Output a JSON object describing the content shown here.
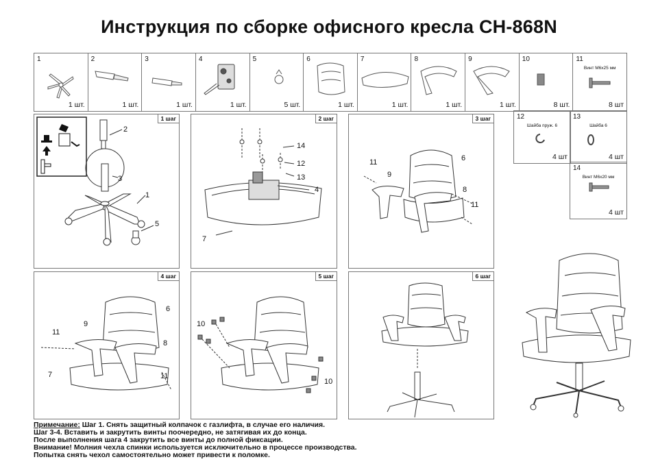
{
  "title": "Инструкция по сборке офисного кресла CH-868N",
  "parts": [
    {
      "num": "1",
      "qty": "1 шт.",
      "label": ""
    },
    {
      "num": "2",
      "qty": "1 шт.",
      "label": ""
    },
    {
      "num": "3",
      "qty": "1 шт.",
      "label": ""
    },
    {
      "num": "4",
      "qty": "1 шт.",
      "label": ""
    },
    {
      "num": "5",
      "qty": "5 шт.",
      "label": ""
    },
    {
      "num": "6",
      "qty": "1 шт.",
      "label": ""
    },
    {
      "num": "7",
      "qty": "1 шт.",
      "label": ""
    },
    {
      "num": "8",
      "qty": "1 шт.",
      "label": ""
    },
    {
      "num": "9",
      "qty": "1 шт.",
      "label": ""
    },
    {
      "num": "10",
      "qty": "8 шт.",
      "label": ""
    },
    {
      "num": "11",
      "qty": "8 шт",
      "label": "Винт М6х25 мм"
    }
  ],
  "hardware": [
    {
      "num": "12",
      "qty": "4 шт",
      "label": "Шайба пруж. 6"
    },
    {
      "num": "13",
      "qty": "4 шт",
      "label": "Шайба 6"
    },
    {
      "num": "14",
      "qty": "4 шт",
      "label": "Винт М6х20 мм"
    }
  ],
  "steps": [
    {
      "label": "1 шаг",
      "callouts": [
        "2",
        "3",
        "1",
        "5"
      ]
    },
    {
      "label": "2 шаг",
      "callouts": [
        "14",
        "12",
        "13",
        "4",
        "7"
      ]
    },
    {
      "label": "3 шаг",
      "callouts": [
        "11",
        "9",
        "6",
        "8",
        "11"
      ]
    },
    {
      "label": "4 шаг",
      "callouts": [
        "6",
        "9",
        "11",
        "8",
        "7",
        "11"
      ]
    },
    {
      "label": "5 шаг",
      "callouts": [
        "10",
        "10"
      ]
    },
    {
      "label": "6 шаг",
      "callouts": []
    }
  ],
  "notes": {
    "heading": "Примечание:",
    "lines": [
      " Шаг 1. Снять защитный колпачок с газлифта, в случае его наличия.",
      "Шаг 3-4. Вставить и закрутить винты поочередно, не затягивая их до конца.",
      "После выполнения шага 4 закрутить все винты до полной фиксации.",
      "Внимание! Молния чехла спинки используется исключительно в процессе производства.",
      "Попытка снять чехол самостоятельно может привести к поломке."
    ]
  }
}
